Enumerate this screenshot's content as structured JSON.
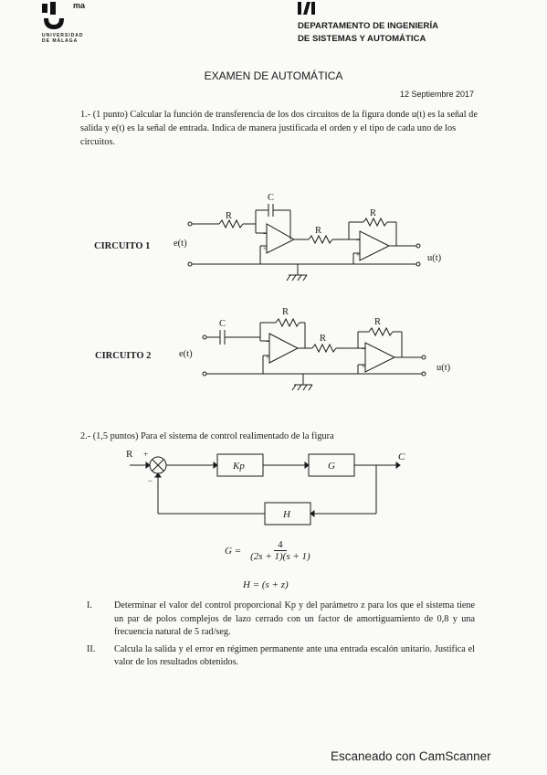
{
  "header": {
    "logo_superscript": "ma",
    "university": [
      "UNIVERSIDAD",
      "DE MÁLAGA"
    ],
    "department": [
      "DEPARTAMENTO DE INGENIERÍA",
      "DE SISTEMAS Y AUTOMÁTICA"
    ]
  },
  "exam": {
    "title": "EXAMEN DE AUTOMÁTICA",
    "date": "12 Septiembre 2017"
  },
  "question1": {
    "text": "1.- (1 punto) Calcular la función de transferencia de los dos circuitos de la figura donde u(t) es la señal de salida y e(t) es la señal de entrada. Indica de manera justificada el orden y el tipo de cada uno de los circuitos.",
    "circuit1": {
      "label": "CIRCUITO 1",
      "input": "e(t)",
      "output": "u(t)",
      "components": {
        "r_in": "R",
        "cap": "C",
        "r_mid": "R",
        "r_fb": "R"
      }
    },
    "circuit2": {
      "label": "CIRCUITO 2",
      "input": "e(t)",
      "output": "u(t)",
      "components": {
        "cap": "C",
        "r_fb1": "R",
        "r_mid": "R",
        "r_fb2": "R"
      }
    }
  },
  "question2": {
    "text": "2.- (1,5 puntos) Para el sistema de control realimentado de la figura",
    "diagram": {
      "input": "R",
      "plus": "+",
      "minus": "−",
      "block1": "Kp",
      "block2": "G",
      "feedback": "H",
      "output": "C"
    },
    "equations": {
      "g_lhs": "G =",
      "g_num": "4",
      "g_den": "(2s + 1)(s + 1)",
      "h": "H = (s + z)"
    },
    "items": [
      {
        "num": "I.",
        "text": "Determinar el valor del control proporcional Kp y del parámetro z para los que el sistema tiene un par de polos complejos de lazo cerrado con un factor de amortiguamiento de 0,8 y una frecuencia natural de 5 rad/seg."
      },
      {
        "num": "II.",
        "text": "Calcula la salida y el error en régimen permanente ante una entrada escalón unitario. Justifica el valor de los resultados obtenidos."
      }
    ]
  },
  "footer": "Escaneado con CamScanner"
}
